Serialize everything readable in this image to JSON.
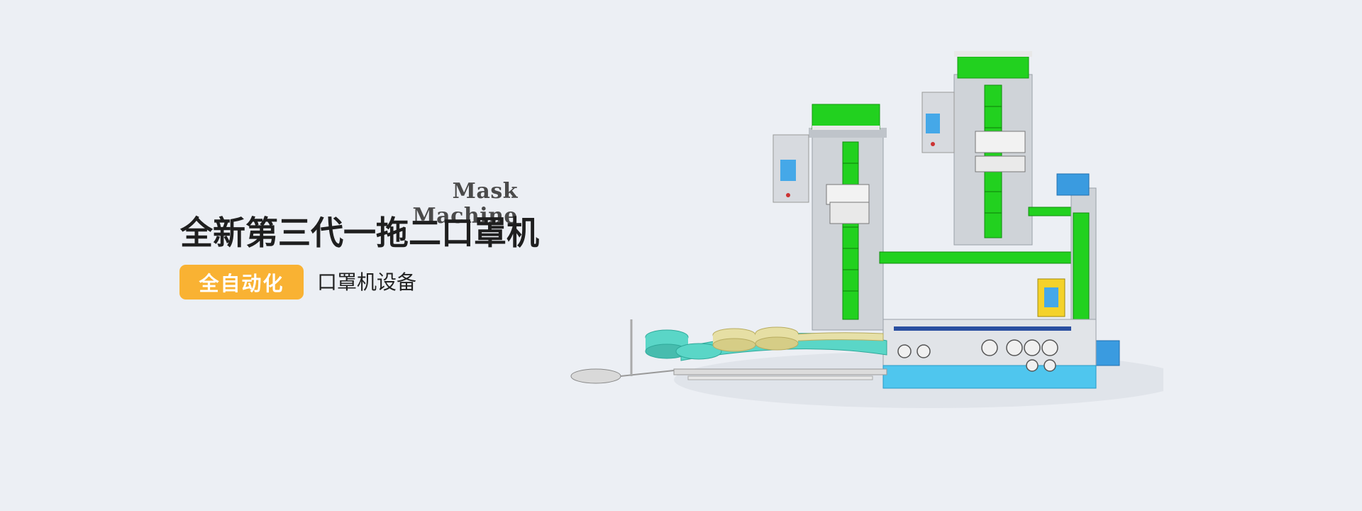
{
  "banner": {
    "subtitle_en": "Mask Machine",
    "headline": "全新第三代一拖二口罩机",
    "badge": "全自动化",
    "tagline": "口罩机设备"
  },
  "colors": {
    "background": "#eceff4",
    "badge": "#f9b233",
    "machine_green": "#22d11f",
    "machine_cyan": "#5ad6c7",
    "machine_blue": "#3a9be0"
  },
  "machine_image": {
    "icon": "mask-machine-illustration"
  }
}
